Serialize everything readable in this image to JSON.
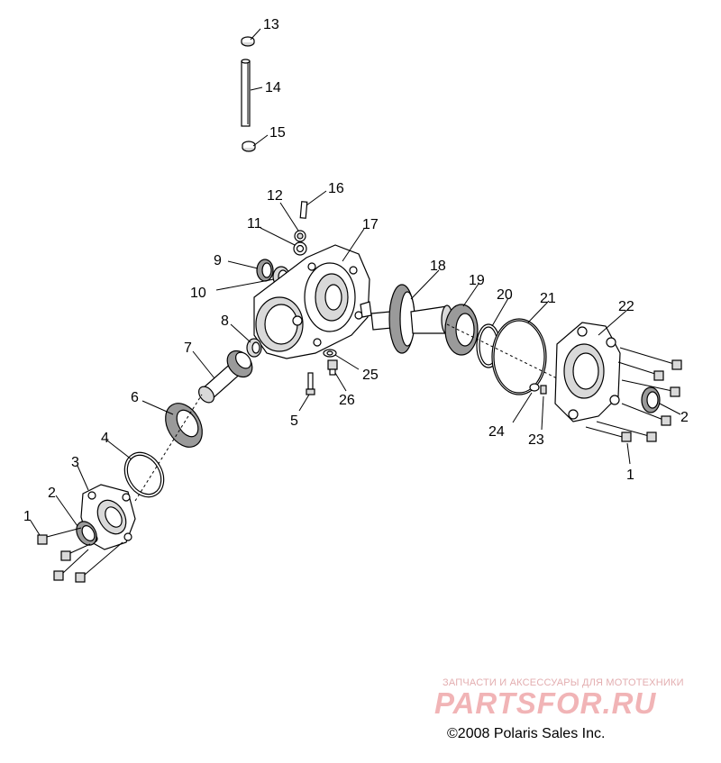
{
  "diagram": {
    "callouts": [
      {
        "id": "13",
        "label": "13"
      },
      {
        "id": "14",
        "label": "14"
      },
      {
        "id": "15",
        "label": "15"
      },
      {
        "id": "16",
        "label": "16"
      },
      {
        "id": "12",
        "label": "12"
      },
      {
        "id": "11",
        "label": "11"
      },
      {
        "id": "17",
        "label": "17"
      },
      {
        "id": "9",
        "label": "9"
      },
      {
        "id": "10",
        "label": "10"
      },
      {
        "id": "18",
        "label": "18"
      },
      {
        "id": "19",
        "label": "19"
      },
      {
        "id": "20",
        "label": "20"
      },
      {
        "id": "21",
        "label": "21"
      },
      {
        "id": "22",
        "label": "22"
      },
      {
        "id": "8",
        "label": "8"
      },
      {
        "id": "7",
        "label": "7"
      },
      {
        "id": "25",
        "label": "25"
      },
      {
        "id": "26",
        "label": "26"
      },
      {
        "id": "6",
        "label": "6"
      },
      {
        "id": "5",
        "label": "5"
      },
      {
        "id": "24",
        "label": "24"
      },
      {
        "id": "23",
        "label": "23"
      },
      {
        "id": "2r",
        "label": "2"
      },
      {
        "id": "1r",
        "label": "1"
      },
      {
        "id": "4",
        "label": "4"
      },
      {
        "id": "3",
        "label": "3"
      },
      {
        "id": "2l",
        "label": "2"
      },
      {
        "id": "1l",
        "label": "1"
      }
    ]
  },
  "watermark": {
    "tagline": "ЗАПЧАСТИ И АКСЕССУАРЫ ДЛЯ МОТОТЕХНИКИ",
    "logo": "PARTSFOR.RU",
    "color": "#f1b4b6"
  },
  "copyright": "©2008 Polaris Sales Inc."
}
